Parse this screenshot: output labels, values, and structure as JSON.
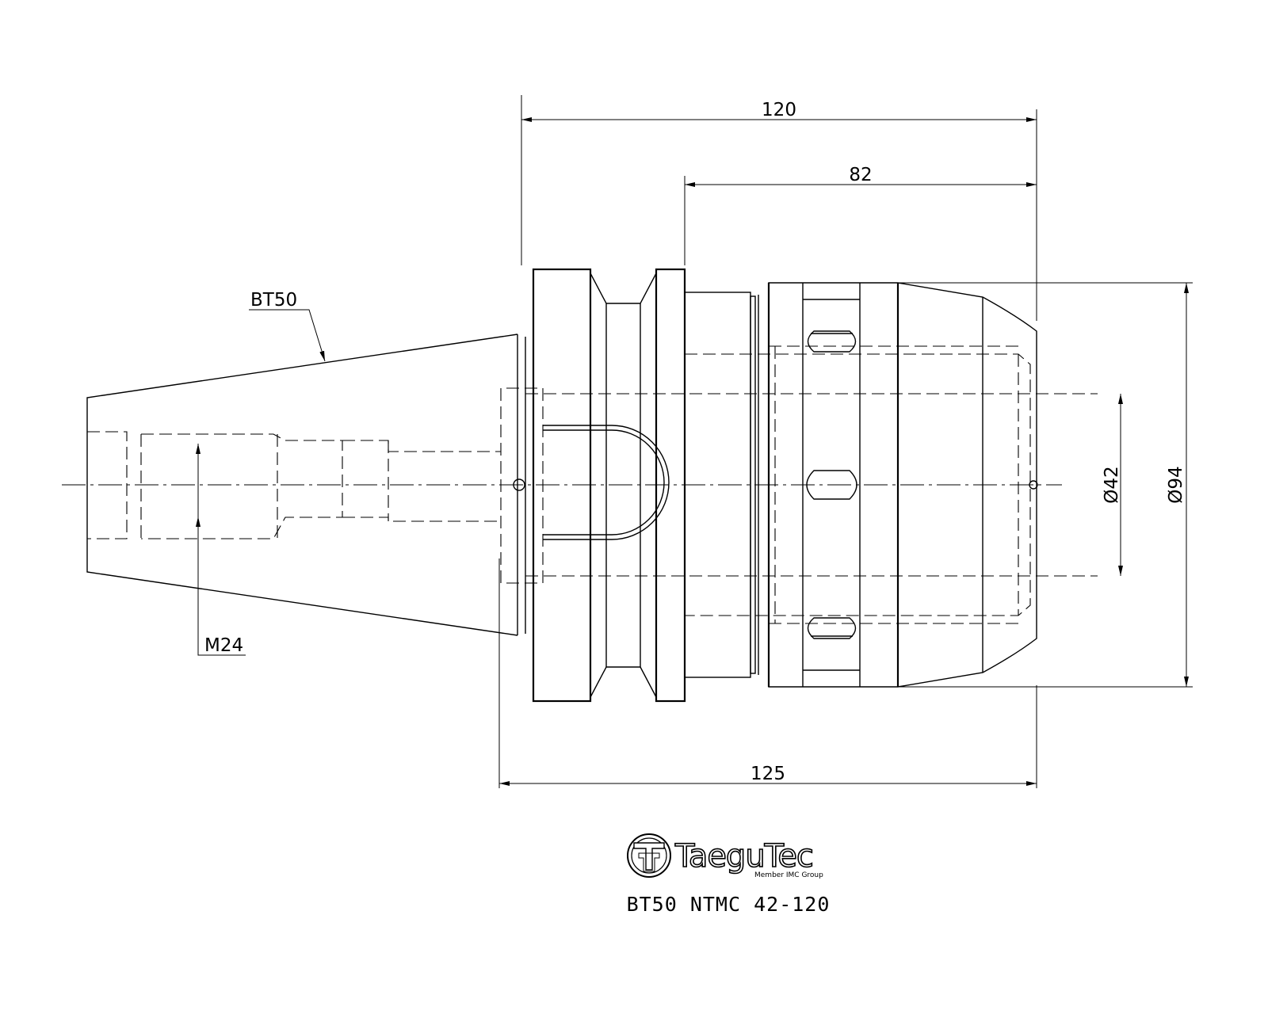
{
  "drawing": {
    "dimensions": {
      "overall_length": "120",
      "front_length": "82",
      "gauge_length": "125",
      "bore_diameter": "Ø42",
      "outer_diameter": "Ø94"
    },
    "labels": {
      "taper": "BT50",
      "thread": "M24"
    }
  },
  "logo": {
    "brand": "TaeguTec",
    "tagline": "Member IMC Group"
  },
  "model_code": "BT50 NTMC 42-120"
}
